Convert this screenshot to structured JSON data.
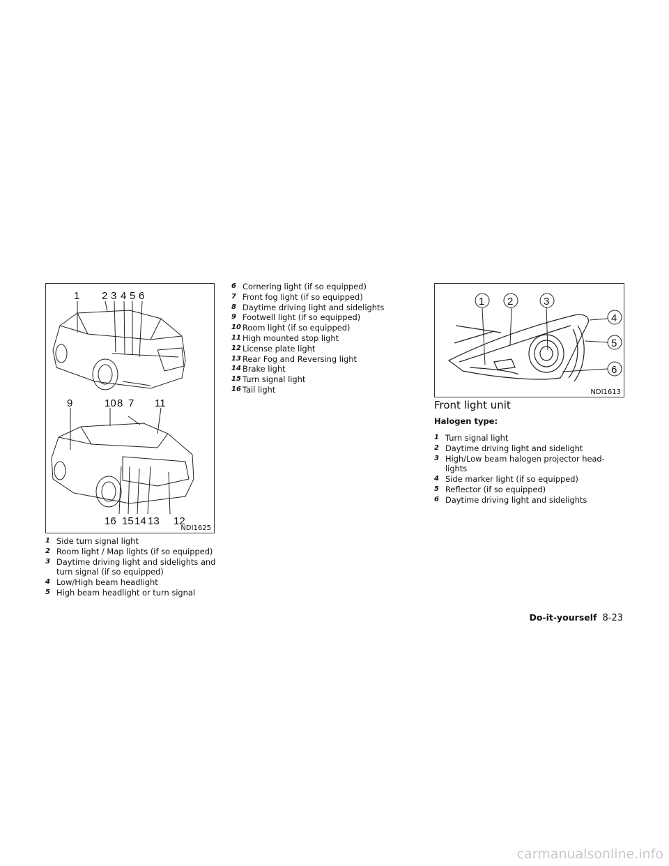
{
  "figure1": {
    "code": "NDI1625",
    "callouts": [
      "1",
      "2",
      "3",
      "4",
      "5",
      "6",
      "9",
      "10",
      "8",
      "7",
      "11",
      "16",
      "15",
      "14",
      "13",
      "12"
    ]
  },
  "legend1": [
    {
      "num": "1",
      "text": "Side turn signal light"
    },
    {
      "num": "2",
      "text": "Room light / Map lights (if so equipped)"
    },
    {
      "num": "3",
      "text": "Daytime driving light and sidelights and turn signal (if so equipped)"
    },
    {
      "num": "4",
      "text": "Low/High beam headlight"
    },
    {
      "num": "5",
      "text": "High beam headlight or turn signal"
    }
  ],
  "legend2": [
    {
      "num": "6",
      "text": "Cornering light (if so equipped)"
    },
    {
      "num": "7",
      "text": "Front fog light (if so equipped)"
    },
    {
      "num": "8",
      "text": "Daytime driving light and sidelights"
    },
    {
      "num": "9",
      "text": "Footwell light (if so equipped)"
    },
    {
      "num": "10",
      "text": "Room light (if so equipped)"
    },
    {
      "num": "11",
      "text": "High mounted stop light"
    },
    {
      "num": "12",
      "text": "License plate light"
    },
    {
      "num": "13",
      "text": "Rear Fog and Reversing light"
    },
    {
      "num": "14",
      "text": "Brake light"
    },
    {
      "num": "15",
      "text": "Turn signal light"
    },
    {
      "num": "16",
      "text": "Tail light"
    }
  ],
  "figure2": {
    "code": "NDI1613",
    "callouts": [
      "1",
      "2",
      "3",
      "4",
      "5",
      "6"
    ]
  },
  "section": {
    "title": "Front light unit",
    "subhead": "Halogen type:"
  },
  "legend3": [
    {
      "num": "1",
      "text": "Turn signal light"
    },
    {
      "num": "2",
      "text": "Daytime driving light and sidelight"
    },
    {
      "num": "3",
      "text": "High/Low beam halogen projector head-lights"
    },
    {
      "num": "4",
      "text": "Side marker light (if so equipped)"
    },
    {
      "num": "5",
      "text": "Reflector (if so equipped)"
    },
    {
      "num": "6",
      "text": "Daytime driving light and sidelights"
    }
  ],
  "footer": {
    "section": "Do-it-yourself",
    "page": "8-23"
  },
  "watermark": "carmanualsonline.info"
}
